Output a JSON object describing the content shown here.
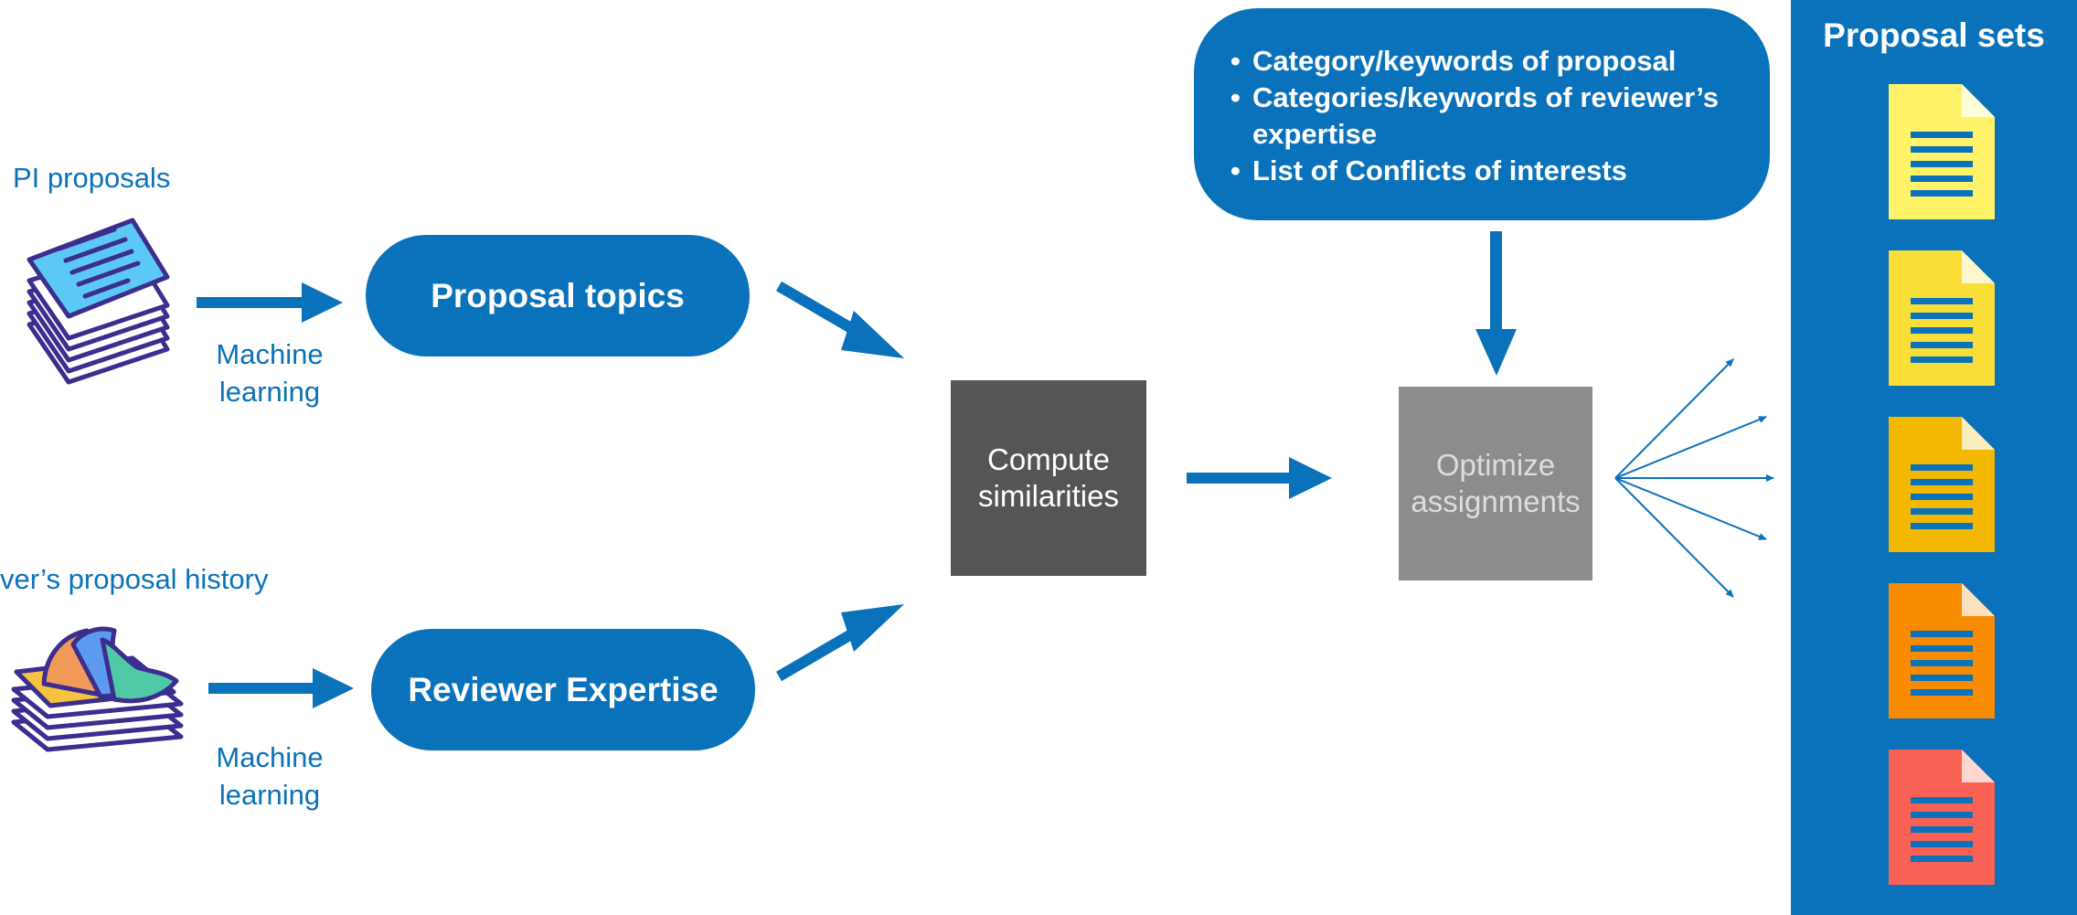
{
  "inputs": {
    "pi_proposals": "PI proposals",
    "reviewer_history": "ver’s proposal history"
  },
  "ml_label_1": "Machine\nlearning",
  "ml_label_2": "Machine\nlearning",
  "nodes": {
    "proposal_topics": "Proposal topics",
    "reviewer_expertise": "Reviewer Expertise",
    "compute_similarities": "Compute similarities",
    "optimize_assignments": "Optimize assignments"
  },
  "constraints": [
    "Category/keywords of proposal",
    "Categories/keywords of reviewer’s expertise",
    "List of Conflicts of interests"
  ],
  "panel": {
    "title": "Proposal sets",
    "doc_colors": [
      "#FFF36A",
      "#F9DE38",
      "#F5B800",
      "#F98B00",
      "#FA6155"
    ]
  },
  "colors": {
    "accent": "#0A72BA",
    "compute_box": "#555555",
    "optimize_box": "#8C8C8C",
    "optimize_text": "#DDDDDD"
  }
}
